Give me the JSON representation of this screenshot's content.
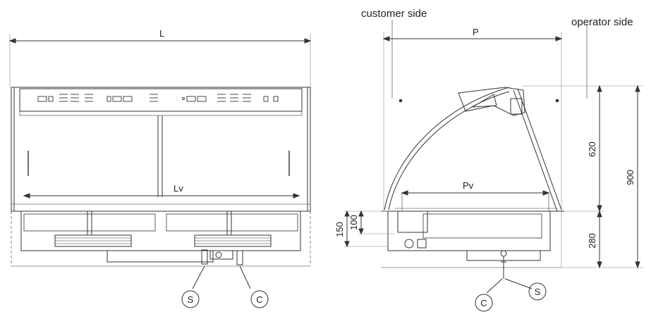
{
  "front_view": {
    "dim_length": "L",
    "dim_inner_length": "Lv",
    "connector_left": "S",
    "connector_right": "C"
  },
  "side_view": {
    "customer_label": "customer side",
    "operator_label": "operator side",
    "dim_depth": "P",
    "dim_inner_depth": "Pv",
    "dim_total_height": "900",
    "dim_upper_height": "620",
    "dim_lower_height": "280",
    "dim_tank_150": "150",
    "dim_tank_100": "100",
    "connector_left": "C",
    "connector_right": "S"
  }
}
